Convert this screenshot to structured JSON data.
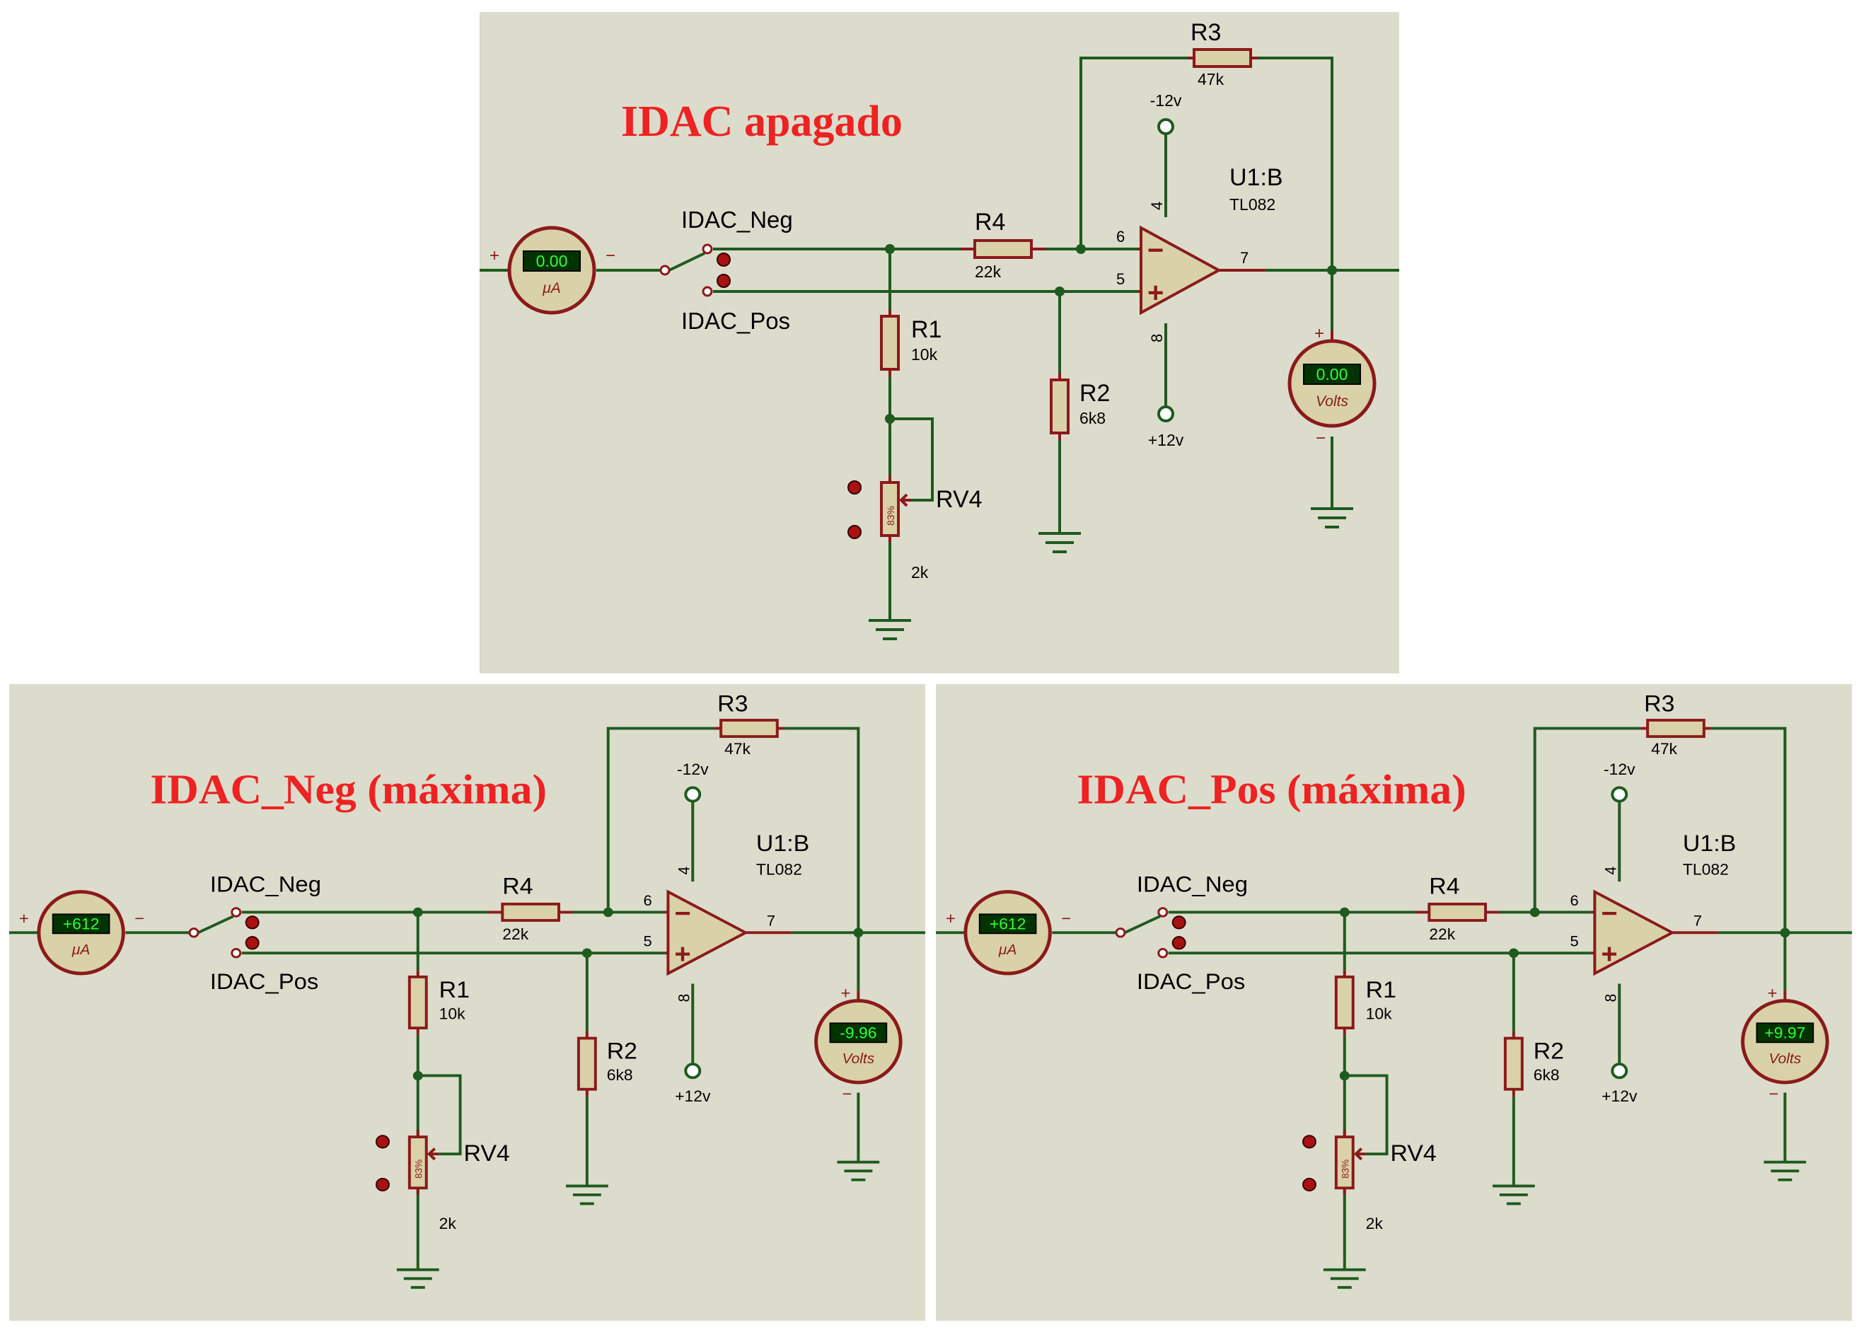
{
  "panels": [
    {
      "title": "IDAC apagado",
      "ammeter": {
        "value": "0.00",
        "unit": "μA",
        "plus": "+",
        "minus": "−"
      },
      "voltmeter": {
        "value": "0.00",
        "unit": "Volts",
        "plus": "+",
        "minus": "−"
      },
      "switch": {
        "neg": "IDAC_Neg",
        "pos": "IDAC_Pos"
      },
      "r1": {
        "name": "R1",
        "value": "10k"
      },
      "r2": {
        "name": "R2",
        "value": "6k8"
      },
      "r3": {
        "name": "R3",
        "value": "47k"
      },
      "r4": {
        "name": "R4",
        "value": "22k"
      },
      "rv4": {
        "name": "RV4",
        "value": "2k",
        "percent": "83%"
      },
      "opamp": {
        "name": "U1:B",
        "part": "TL082",
        "pin_inv": "6",
        "pin_noninv": "5",
        "pin_out": "7",
        "pin_vneg": "4",
        "pin_vpos": "8"
      },
      "supply": {
        "neg": "-12v",
        "pos": "+12v"
      }
    },
    {
      "title": "IDAC_Neg (máxima)",
      "ammeter": {
        "value": "+612",
        "unit": "μA",
        "plus": "+",
        "minus": "−"
      },
      "voltmeter": {
        "value": "-9.96",
        "unit": "Volts",
        "plus": "+",
        "minus": "−"
      },
      "switch": {
        "neg": "IDAC_Neg",
        "pos": "IDAC_Pos"
      },
      "r1": {
        "name": "R1",
        "value": "10k"
      },
      "r2": {
        "name": "R2",
        "value": "6k8"
      },
      "r3": {
        "name": "R3",
        "value": "47k"
      },
      "r4": {
        "name": "R4",
        "value": "22k"
      },
      "rv4": {
        "name": "RV4",
        "value": "2k",
        "percent": "83%"
      },
      "opamp": {
        "name": "U1:B",
        "part": "TL082",
        "pin_inv": "6",
        "pin_noninv": "5",
        "pin_out": "7",
        "pin_vneg": "4",
        "pin_vpos": "8"
      },
      "supply": {
        "neg": "-12v",
        "pos": "+12v"
      }
    },
    {
      "title": "IDAC_Pos (máxima)",
      "ammeter": {
        "value": "+612",
        "unit": "μA",
        "plus": "+",
        "minus": "−"
      },
      "voltmeter": {
        "value": "+9.97",
        "unit": "Volts",
        "plus": "+",
        "minus": "−"
      },
      "switch": {
        "neg": "IDAC_Neg",
        "pos": "IDAC_Pos"
      },
      "r1": {
        "name": "R1",
        "value": "10k"
      },
      "r2": {
        "name": "R2",
        "value": "6k8"
      },
      "r3": {
        "name": "R3",
        "value": "47k"
      },
      "r4": {
        "name": "R4",
        "value": "22k"
      },
      "rv4": {
        "name": "RV4",
        "value": "2k",
        "percent": "83%"
      },
      "opamp": {
        "name": "U1:B",
        "part": "TL082",
        "pin_inv": "6",
        "pin_noninv": "5",
        "pin_out": "7",
        "pin_vneg": "4",
        "pin_vpos": "8"
      },
      "supply": {
        "neg": "-12v",
        "pos": "+12v"
      }
    }
  ]
}
